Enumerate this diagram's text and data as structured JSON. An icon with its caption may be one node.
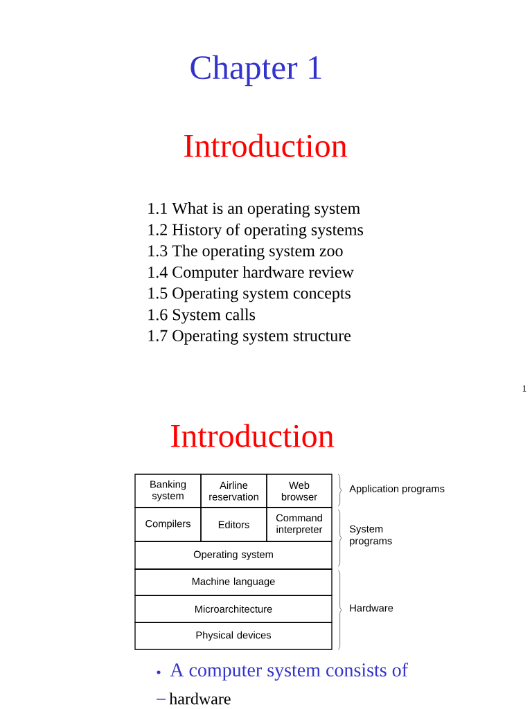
{
  "diagram": {
    "title": "Chapter 1",
    "nodes": [
      {
        "text": [
          "Banking system"
        ]
      },
      {
        "text": [
          "Airline reservation"
        ]
      },
      {
        "text": [
          "Web browser"
        ]
      },
      {
        "text": [
          "Compilers"
        ]
      },
      {
        "text": [
          "Editors"
        ]
      },
      {
        "text": [
          "Command interpreter"
        ]
      },
      {
        "text": [
          "Operating system"
        ]
      },
      {
        "text": [
          "Machine language"
        ]
      },
      {
        "text": [
          "Microarchitecture"
        ]
      },
      {
        "text": [
          "Physical devices"
        ]
      }
    ],
    "labels": [
      "Introduction",
      "1.1 What is an operating system",
      "1.2 History of operating systems",
      "1.3 The operating system zoo",
      "1.4 Computer hardware review",
      "1.5 Operating system concepts",
      "1.6 System calls",
      "1.7 Operating system structure",
      "1",
      "Introduction",
      "Application programs",
      "System programs",
      "Hardware",
      "A computer system consists of",
      "hardware"
    ]
  }
}
